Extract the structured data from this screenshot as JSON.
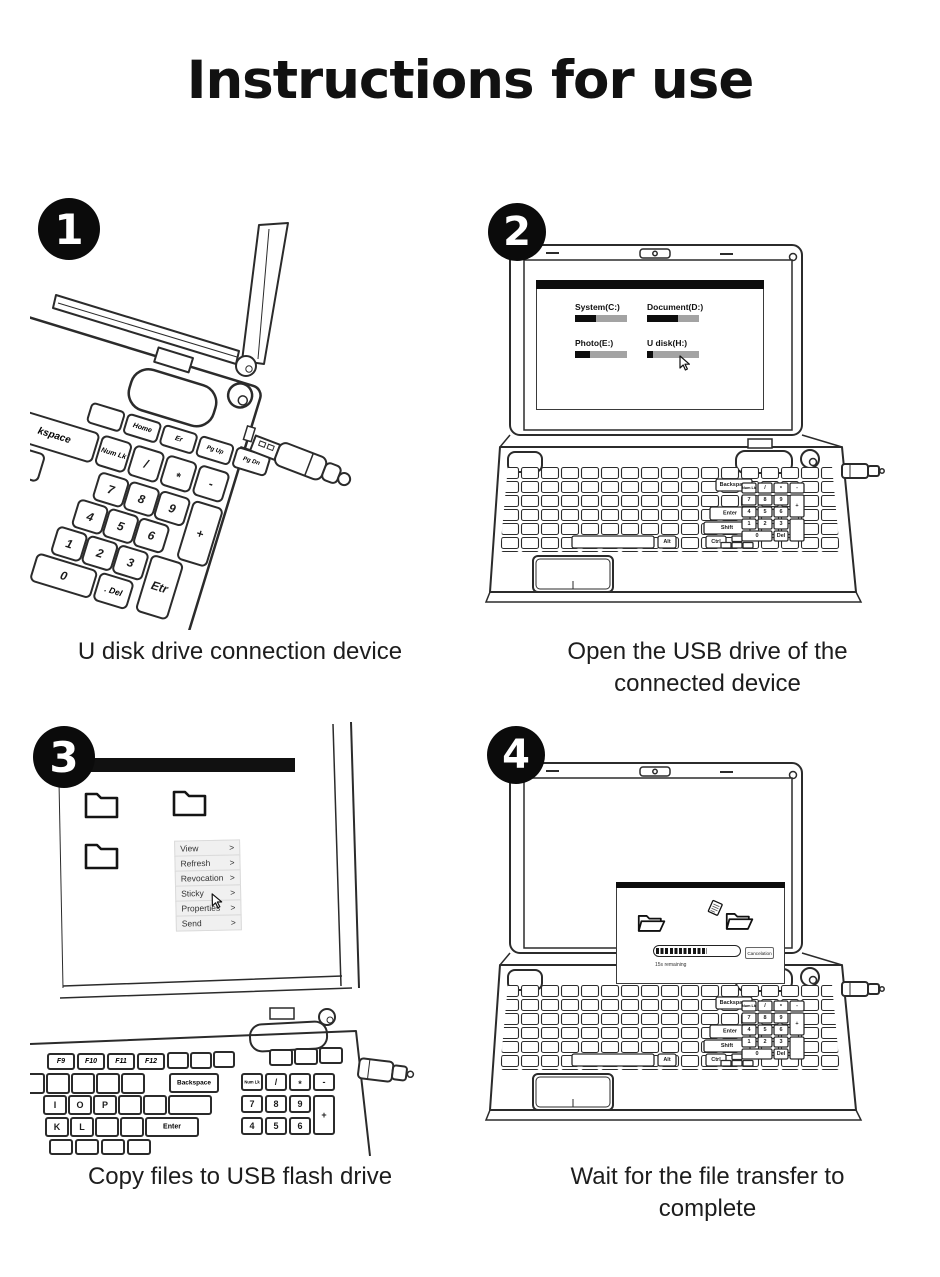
{
  "title": "Instructions for use",
  "colors": {
    "ink": "#2b2b2b",
    "bar_used": "#0d0d0d",
    "bar_free": "#a3a3a3",
    "menu_bg": "#f0f0f0"
  },
  "steps": [
    {
      "number": "1",
      "caption": "U disk drive connection device"
    },
    {
      "number": "2",
      "caption": "Open the USB drive of the\nconnected device"
    },
    {
      "number": "3",
      "caption": "Copy files to USB flash drive"
    },
    {
      "number": "4",
      "caption": "Wait for the file transfer to\ncomplete"
    }
  ],
  "drive_window": {
    "drives": [
      {
        "name": "System(C:)",
        "used_w": "41%"
      },
      {
        "name": "Document(D:)",
        "used_w": "60%"
      },
      {
        "name": "Photo(E:)",
        "used_w": "28%"
      },
      {
        "name": "U disk(H:)",
        "used_w": "12%"
      }
    ]
  },
  "context_menu": {
    "items": [
      {
        "label": "View",
        "arrow": ">"
      },
      {
        "label": "Refresh",
        "arrow": ">"
      },
      {
        "label": "Revocation",
        "arrow": ">"
      },
      {
        "label": "Sticky",
        "arrow": ">"
      },
      {
        "label": "Properties",
        "arrow": ">"
      },
      {
        "label": "Send",
        "arrow": ">"
      }
    ]
  },
  "transfer_dialog": {
    "remaining": "15s remaining",
    "cancel_label": "Cancelation",
    "progress_w": "62%"
  },
  "keys1": {
    "backspace": "kspace",
    "home": "Home",
    "er": "Er",
    "pgup": "Pg Up",
    "pgdn": "Pg Dn",
    "numlk": "Num Lk",
    "slash": "/",
    "star": "*",
    "minus": "-",
    "n7": "7",
    "n8": "8",
    "n9": "9",
    "plus": "+",
    "n4": "4",
    "n5": "5",
    "n6": "6",
    "n1": "1",
    "n2": "2",
    "n3": "3",
    "n0": "0",
    "del": ". Del",
    "enter": "Etr"
  },
  "keys2": {
    "backspace": "Backspace",
    "enter": "Enter",
    "shift": "Shift",
    "alt": "Alt",
    "ctrl": "Ctrl",
    "del": "Del",
    "numlk": "Num Lk",
    "slash": "/",
    "star": "*",
    "minus": "-",
    "n7": "7",
    "n8": "8",
    "n9": "9",
    "plus": "+",
    "n4": "4",
    "n5": "5",
    "n6": "6",
    "n1": "1",
    "n2": "2",
    "n3": "3",
    "n0": "0"
  },
  "keys3": {
    "f9": "F9",
    "f10": "F10",
    "f11": "F11",
    "f12": "F12",
    "backspace": "Backspace",
    "numlk": "Num Lk",
    "slash": "/",
    "star": "*",
    "minus": "-",
    "i": "I",
    "o": "O",
    "p": "P",
    "k": "K",
    "l": "L",
    "enter": "Enter",
    "n7": "7",
    "n8": "8",
    "n9": "9",
    "plus": "+",
    "n4": "4",
    "n5": "5",
    "n6": "6"
  }
}
